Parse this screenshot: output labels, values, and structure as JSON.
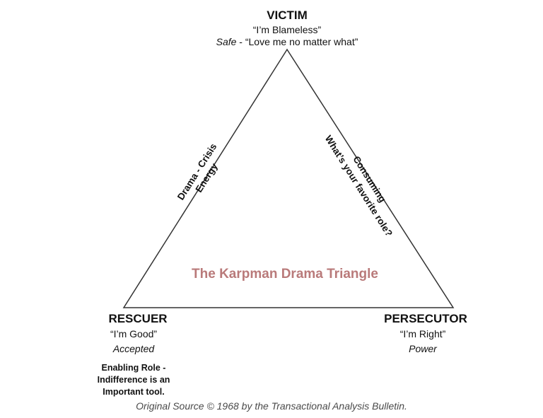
{
  "diagram": {
    "title": "The Karpman Drama Triangle",
    "colors": {
      "title": "#b97a7a",
      "lines": "#333333",
      "text": "#111111",
      "caption": "#4a4a4a"
    },
    "victim": {
      "name": "VICTIM",
      "quote": "“I’m Blameless”",
      "line_italic": "Safe",
      "line_rest": " - “Love me no matter what”"
    },
    "rescuer": {
      "name": "RESCUER",
      "quote": "“I’m Good”",
      "subtitle": "Accepted",
      "note": [
        "Enabling Role -",
        "Indifference is an",
        "Important tool."
      ]
    },
    "persecutor": {
      "name": "PERSECUTOR",
      "quote": "“I’m Right”",
      "subtitle": "Power"
    },
    "left_edge": [
      "Drama - Crisis",
      "Energy"
    ],
    "right_edge": [
      "Consuming",
      "What’s your favorite role?"
    ],
    "caption": "Original Source © 1968 by the Transactional Analysis Bulletin."
  }
}
